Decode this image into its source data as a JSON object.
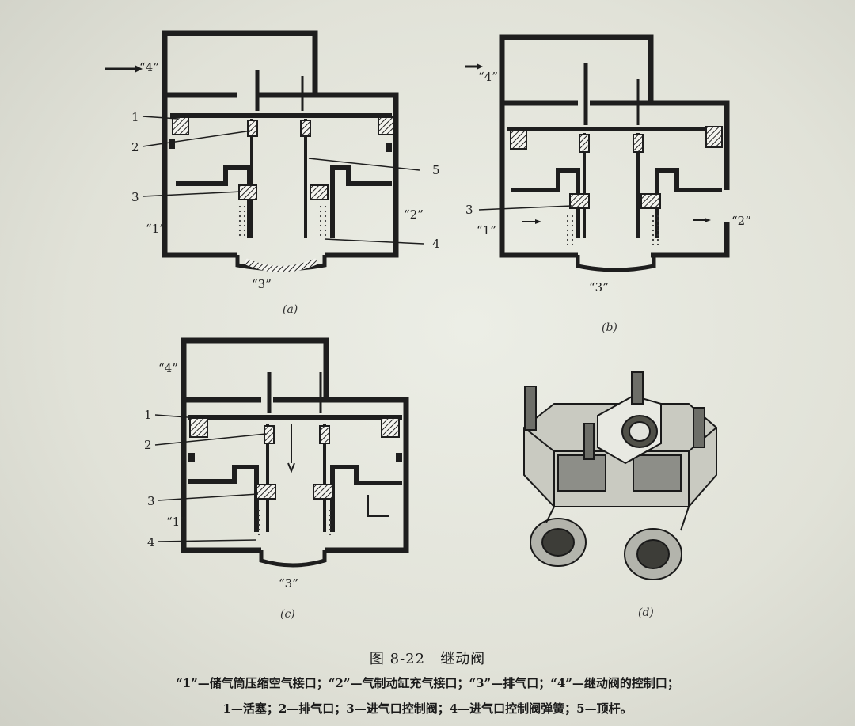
{
  "diagrams": {
    "a": {
      "sublabel": "(a)",
      "port_labels": {
        "p4": "“4”",
        "p1": "“1”",
        "p2": "“2”",
        "p3": "“3”"
      },
      "part_numbers": [
        "1",
        "2",
        "3",
        "5",
        "4"
      ]
    },
    "b": {
      "sublabel": "(b)",
      "port_labels": {
        "p4": "“4”",
        "p1": "“1”",
        "p2": "“2”",
        "p3": "“3”"
      },
      "part_numbers": [
        "3"
      ]
    },
    "c": {
      "sublabel": "(c)",
      "port_labels": {
        "p4": "“4”",
        "p1": "“1”",
        "p3": "“3”"
      },
      "part_numbers": [
        "1",
        "2",
        "3",
        "4"
      ]
    },
    "d": {
      "sublabel": "(d)"
    }
  },
  "caption": {
    "title": "图 8-22　继动阀",
    "line1": "“1”—储气筒压缩空气接口；“2”—气制动缸充气接口；“3”—排气口；“4”—继动阀的控制口；",
    "line2": "1—活塞；2—排气口；3—进气口控制阀；4—进气口控制阀弹簧；5—顶杆。"
  }
}
